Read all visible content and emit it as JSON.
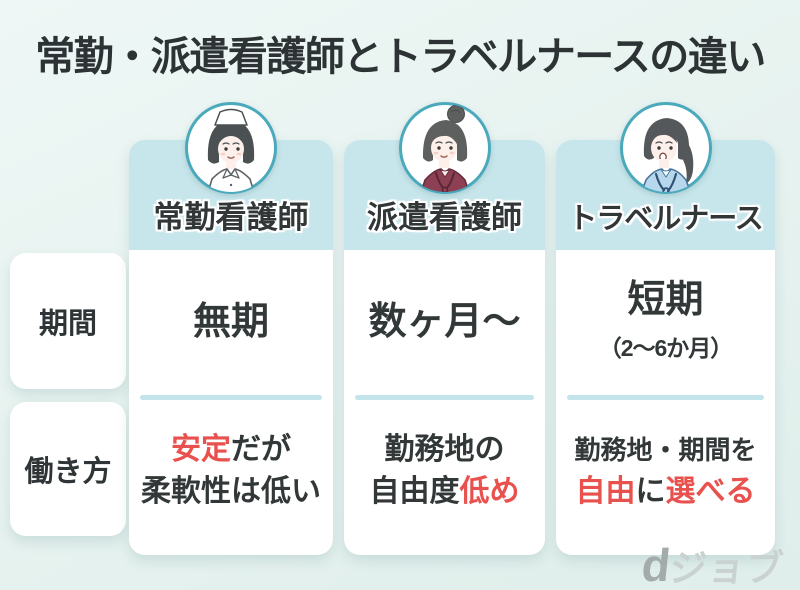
{
  "title": "常勤・派遣看護師とトラベルナースの違い",
  "colors": {
    "page_bg": "#e6f2ef",
    "header_bg": "#c7e6ec",
    "card_bg": "#ffffff",
    "divider": "#c2e4ea",
    "text_dark": "#323738",
    "accent_red": "#e8514d",
    "avatar_border": "#4ba9bc",
    "watermark_d": "#a4abab",
    "watermark_text": "#c9d2d1"
  },
  "row_labels": [
    {
      "id": "period",
      "label": "期間"
    },
    {
      "id": "workstyle",
      "label": "働き方"
    }
  ],
  "columns": [
    {
      "id": "fulltime",
      "header_label": "常勤看護師",
      "avatar_icon": "fulltime-nurse-avatar",
      "period_lines": [
        [
          {
            "text": "無期"
          }
        ]
      ],
      "style_lines": [
        [
          {
            "text": "安定",
            "red": true
          },
          {
            "text": "だが"
          }
        ],
        [
          {
            "text": "柔軟性は低い"
          }
        ]
      ]
    },
    {
      "id": "dispatch",
      "header_label": "派遣看護師",
      "avatar_icon": "dispatch-nurse-avatar",
      "period_lines": [
        [
          {
            "text": "数ヶ月〜"
          }
        ]
      ],
      "style_lines": [
        [
          {
            "text": "勤務地の"
          }
        ],
        [
          {
            "text": "自由度"
          },
          {
            "text": "低め",
            "red": true
          }
        ]
      ]
    },
    {
      "id": "travel",
      "header_label": "トラベルナース",
      "avatar_icon": "travel-nurse-avatar",
      "period_lines": [
        [
          {
            "text": "短期"
          }
        ],
        [
          {
            "text": "（2〜6か月）",
            "sub": true
          }
        ]
      ],
      "style_lines": [
        [
          {
            "text": "勤務地・期間を",
            "small": true
          }
        ],
        [
          {
            "text": "自由",
            "red": true
          },
          {
            "text": "に"
          },
          {
            "text": "選べる",
            "red": true
          }
        ]
      ]
    }
  ],
  "watermark": {
    "d": "d",
    "text": "ジョブ"
  }
}
